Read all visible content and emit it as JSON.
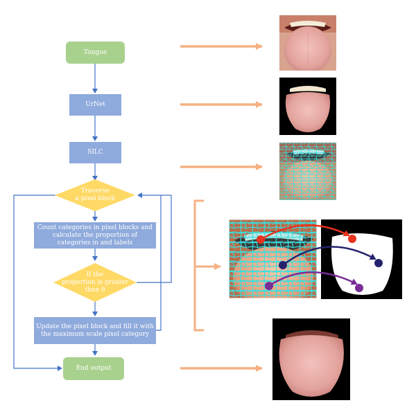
{
  "flowchart": {
    "start": {
      "label": "Tongue"
    },
    "urnet": {
      "label": "UrNet"
    },
    "silc": {
      "label": "SILC"
    },
    "traverse": {
      "line1": "Traverse",
      "line2": "a pixel block"
    },
    "count": {
      "line1": "Count categories in pixel blocks and",
      "line2": "calculate the proportion of",
      "line3": "categories in and labels"
    },
    "condition": {
      "line1": "If the",
      "line2": "proportion is greater",
      "line3": "than θ"
    },
    "update": {
      "line1": "Update the pixel block and fill it with",
      "line2": "the maximum scale pixel category"
    },
    "end": {
      "line1": "End",
      "line2": "output"
    }
  },
  "colors": {
    "terminal": "#a9d18e",
    "process": "#8faadc",
    "decision": "#ffd966",
    "flow_line": "#4472c4",
    "result_arrow": "#f4b183",
    "superpixel_edge": "#35e0e0",
    "label_red": "#e8321e",
    "label_navy": "#26236e",
    "label_purple": "#7a2c97"
  },
  "images": [
    {
      "id": "tongue-photo-original",
      "description_icon": "open-mouth-tongue-photo"
    },
    {
      "id": "tongue-photo-segmented",
      "description_icon": "segmented-tongue-photo"
    },
    {
      "id": "tongue-photo-superpixel",
      "description_icon": "superpixel-grid-photo"
    },
    {
      "id": "tongue-photo-superpixel-zoom",
      "description_icon": "superpixel-zoom-photo"
    },
    {
      "id": "tongue-label-mask",
      "description_icon": "label-mask-image"
    },
    {
      "id": "tongue-photo-final",
      "description_icon": "final-tongue-photo"
    }
  ]
}
